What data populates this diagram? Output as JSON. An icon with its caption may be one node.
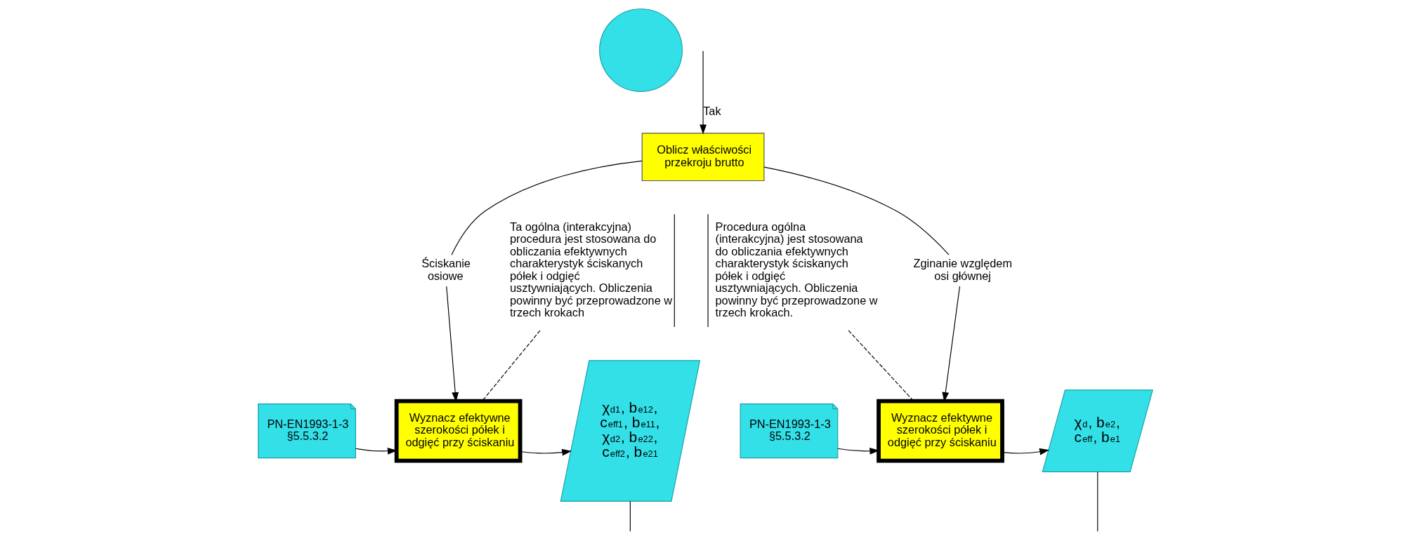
{
  "diagram": {
    "nodes": [
      {
        "text": [],
        "shape": "circle"
      },
      {
        "text": [
          "Oblicz właściwości przekroju brutto"
        ]
      },
      {
        "text": [
          "Ściskanie osiowe"
        ]
      },
      {
        "text": [
          "Zginanie względem osi głównej"
        ]
      },
      {
        "text": [
          "Ta ogólna (interakcyjna) procedura jest stosowana do obliczania efektywnych charakterystyk ściskanych półek i odgięć usztywniających. Obliczenia powinny być przeprowadzone w trzech krokach"
        ]
      },
      {
        "text": [
          "PN-EN1993-1-3 §5.5.3.2"
        ]
      },
      {
        "text": [
          "Wyznacz efektywne szerokości półek i odgięć przy ściskaniu"
        ]
      },
      {
        "text": [
          "χ$_{d1}$, b$_{e12}$, c$_{eff1}$, b$_{e11}$, χ$_{d2}$, b$_{e22}$, c$_{eff2}$, b$_{e21}$"
        ]
      },
      {
        "text": [
          "Procedura ogólna (interakcyjna) jest stosowana do obliczania efektywnych charakterystyk ściskanych półek i odgięć usztywniających. Obliczenia powinny być przeprowadzone w trzech krokach."
        ]
      },
      {
        "text": [
          "PN-EN1993-1-3 §5.5.3.2"
        ]
      },
      {
        "text": [
          "Wyznacz efektywne szerokości półek i odgięć przy ściskaniu"
        ]
      },
      {
        "text": [
          "χ$_{d}$, b$_{e2}$, c$_{eff}$, b$_{e1}$"
        ]
      }
    ],
    "edges": [
      {
        "from": null,
        "to": 1,
        "arrow": "to",
        "label": "Tak"
      },
      {
        "from": 1,
        "to": 2,
        "arrow": "none"
      },
      {
        "from": 1,
        "to": 3,
        "arrow": "none"
      },
      {
        "from": 2,
        "to": 6,
        "arrow": "to"
      },
      {
        "from": 3,
        "to": 10,
        "arrow": "to"
      },
      {
        "from": 4,
        "to": 6,
        "arrow": "none",
        "style": "dashed"
      },
      {
        "from": 5,
        "to": 6,
        "arrow": "to"
      },
      {
        "from": 6,
        "to": 7,
        "arrow": "to"
      },
      {
        "from": 8,
        "to": 10,
        "arrow": "none",
        "style": "dashed"
      },
      {
        "from": 9,
        "to": 10,
        "arrow": "to"
      },
      {
        "from": 10,
        "to": 11,
        "arrow": "to"
      },
      {
        "from": 7,
        "to": null,
        "arrow": "none"
      },
      {
        "from": 11,
        "to": null,
        "arrow": "none"
      }
    ]
  }
}
